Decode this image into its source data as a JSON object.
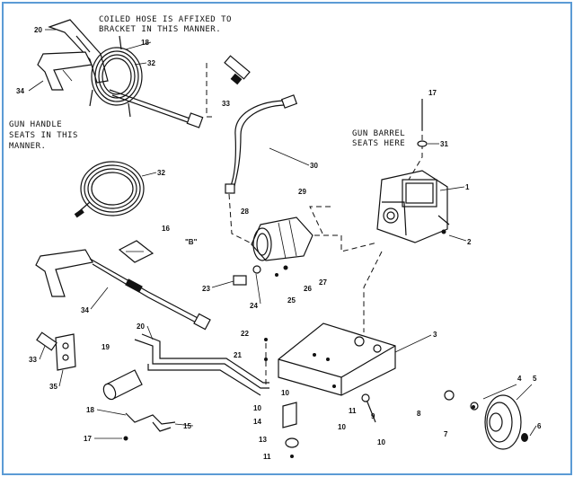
{
  "notes": {
    "hose_line1": "COILED HOSE IS AFFIXED TO",
    "hose_line2": "BRACKET IN THIS MANNER.",
    "gun_handle_line1": "GUN HANDLE",
    "gun_handle_line2": "SEATS IN THIS",
    "gun_handle_line3": "MANNER.",
    "gun_barrel_line1": "GUN BARREL",
    "gun_barrel_line2": "SEATS HERE"
  },
  "callouts": {
    "c1": "1",
    "c2": "2",
    "c3": "3",
    "c4": "4",
    "c5": "5",
    "c6": "6",
    "c7": "7",
    "c8": "8",
    "c9": "9",
    "c10a": "10",
    "c10b": "10",
    "c10c": "10",
    "c10d": "10",
    "c11a": "11",
    "c11b": "11",
    "c13": "13",
    "c14": "14",
    "c15": "15",
    "c16": "16",
    "c17a": "17",
    "c17b": "17",
    "c18a": "18",
    "c18b": "18",
    "c19": "19",
    "c20a": "20",
    "c20b": "20",
    "c21": "21",
    "c22": "22",
    "c23": "23",
    "c24": "24",
    "c25": "25",
    "c26": "26",
    "c27": "27",
    "c28": "28",
    "c29": "29",
    "c30": "30",
    "c31": "31",
    "c32a": "32",
    "c32b": "32",
    "c33a": "33",
    "c33b": "33",
    "c34a": "34",
    "c34b": "34",
    "c35": "35",
    "cB": "\"B\""
  },
  "colors": {
    "frame": "#5b9bd5",
    "ink": "#111111"
  }
}
